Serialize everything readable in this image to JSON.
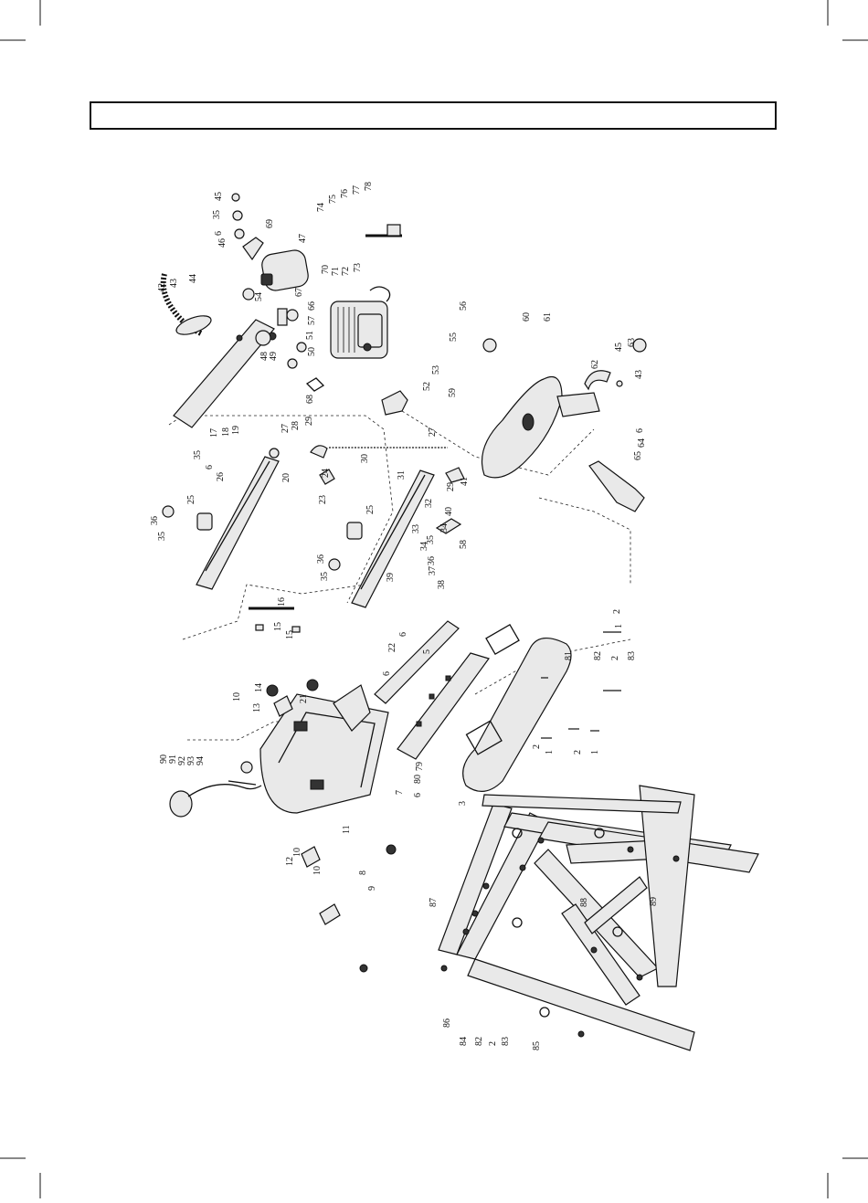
{
  "page": {
    "title": "",
    "diagram_name": "exploded parts diagram"
  },
  "labels": [
    {
      "text": "74"
    },
    {
      "text": "75"
    },
    {
      "text": "76"
    },
    {
      "text": "77"
    },
    {
      "text": "78"
    },
    {
      "text": "35"
    },
    {
      "text": "45"
    },
    {
      "text": "46"
    },
    {
      "text": "6"
    },
    {
      "text": "69"
    },
    {
      "text": "47"
    },
    {
      "text": "70"
    },
    {
      "text": "71"
    },
    {
      "text": "72"
    },
    {
      "text": "73"
    },
    {
      "text": "42"
    },
    {
      "text": "43"
    },
    {
      "text": "44"
    },
    {
      "text": "54"
    },
    {
      "text": "67"
    },
    {
      "text": "66"
    },
    {
      "text": "57"
    },
    {
      "text": "51"
    },
    {
      "text": "50"
    },
    {
      "text": "48"
    },
    {
      "text": "49"
    },
    {
      "text": "68"
    },
    {
      "text": "56"
    },
    {
      "text": "55"
    },
    {
      "text": "60"
    },
    {
      "text": "61"
    },
    {
      "text": "53"
    },
    {
      "text": "52"
    },
    {
      "text": "62"
    },
    {
      "text": "45"
    },
    {
      "text": "63"
    },
    {
      "text": "43"
    },
    {
      "text": "59"
    },
    {
      "text": "35"
    },
    {
      "text": "6"
    },
    {
      "text": "17"
    },
    {
      "text": "18"
    },
    {
      "text": "19"
    },
    {
      "text": "27"
    },
    {
      "text": "28"
    },
    {
      "text": "29"
    },
    {
      "text": "20"
    },
    {
      "text": "24"
    },
    {
      "text": "23"
    },
    {
      "text": "30"
    },
    {
      "text": "31"
    },
    {
      "text": "27"
    },
    {
      "text": "29"
    },
    {
      "text": "41"
    },
    {
      "text": "40"
    },
    {
      "text": "65"
    },
    {
      "text": "64"
    },
    {
      "text": "6"
    },
    {
      "text": "26"
    },
    {
      "text": "25"
    },
    {
      "text": "36"
    },
    {
      "text": "35"
    },
    {
      "text": "25"
    },
    {
      "text": "32"
    },
    {
      "text": "33"
    },
    {
      "text": "34"
    },
    {
      "text": "35"
    },
    {
      "text": "34"
    },
    {
      "text": "36"
    },
    {
      "text": "58"
    },
    {
      "text": "37"
    },
    {
      "text": "38"
    },
    {
      "text": "36"
    },
    {
      "text": "35"
    },
    {
      "text": "39"
    },
    {
      "text": "16"
    },
    {
      "text": "15"
    },
    {
      "text": "15"
    },
    {
      "text": "6"
    },
    {
      "text": "22"
    },
    {
      "text": "5"
    },
    {
      "text": "6"
    },
    {
      "text": "2"
    },
    {
      "text": "1"
    },
    {
      "text": "81"
    },
    {
      "text": "82"
    },
    {
      "text": "2"
    },
    {
      "text": "83"
    },
    {
      "text": "10"
    },
    {
      "text": "13"
    },
    {
      "text": "14"
    },
    {
      "text": "21"
    },
    {
      "text": "2"
    },
    {
      "text": "1"
    },
    {
      "text": "2"
    },
    {
      "text": "1"
    },
    {
      "text": "90"
    },
    {
      "text": "91"
    },
    {
      "text": "92"
    },
    {
      "text": "93"
    },
    {
      "text": "94"
    },
    {
      "text": "79"
    },
    {
      "text": "80"
    },
    {
      "text": "6"
    },
    {
      "text": "7"
    },
    {
      "text": "3"
    },
    {
      "text": "11"
    },
    {
      "text": "12"
    },
    {
      "text": "10"
    },
    {
      "text": "10"
    },
    {
      "text": "8"
    },
    {
      "text": "9"
    },
    {
      "text": "87"
    },
    {
      "text": "88"
    },
    {
      "text": "89"
    },
    {
      "text": "86"
    },
    {
      "text": "84"
    },
    {
      "text": "82"
    },
    {
      "text": "2"
    },
    {
      "text": "83"
    },
    {
      "text": "85"
    }
  ]
}
